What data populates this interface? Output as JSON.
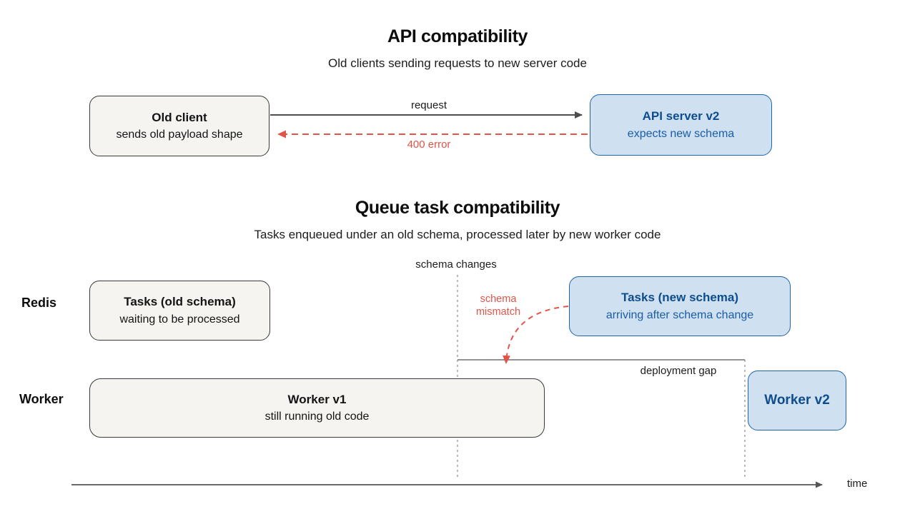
{
  "colors": {
    "blue_fill": "#cfe0f1",
    "blue_border": "#1f63a8",
    "blue_title_text": "#0e4d8d",
    "blue_sub_text": "#1b5ca6",
    "gray_fill": "#f5f4f0",
    "gray_border": "#3a3a3a",
    "error_red": "#e2544a",
    "arrow_gray": "#4d4d4d",
    "guide_gray": "#8c8c8c"
  },
  "section_api": {
    "title": "API compatibility",
    "subtitle": "Old clients sending requests to new server code",
    "old_client": {
      "title": "Old client",
      "subtitle": "sends old payload shape"
    },
    "api_server": {
      "title": "API server v2",
      "subtitle": "expects new schema"
    },
    "request_label": "request",
    "error_label": "400 error"
  },
  "section_queue": {
    "title": "Queue task compatibility",
    "subtitle": "Tasks enqueued under an old schema, processed later by new worker code",
    "schema_changes_label": "schema changes",
    "schema_mismatch_label": "schema mismatch",
    "deployment_gap_label": "deployment gap",
    "redis_lane_label": "Redis",
    "worker_lane_label": "Worker",
    "tasks_old": {
      "title": "Tasks (old schema)",
      "subtitle": "waiting to be processed"
    },
    "tasks_new": {
      "title": "Tasks (new schema)",
      "subtitle": "arriving after schema change"
    },
    "worker_v1": {
      "title": "Worker v1",
      "subtitle": "still running old code"
    },
    "worker_v2": {
      "title": "Worker v2"
    },
    "time_label": "time"
  }
}
